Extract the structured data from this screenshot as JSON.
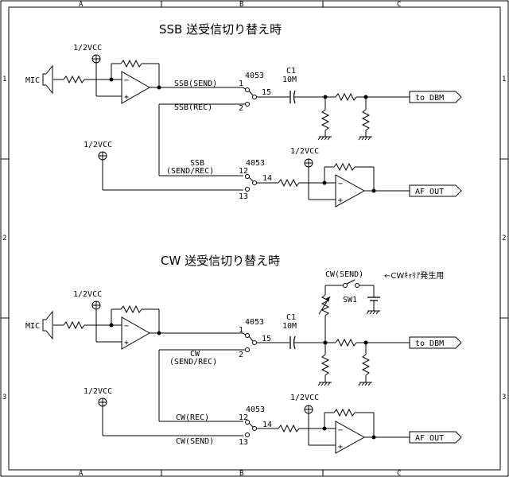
{
  "frame": {
    "col_labels": [
      "A",
      "B",
      "C"
    ],
    "row_labels": [
      "1",
      "2",
      "3"
    ]
  },
  "ssb": {
    "title": "SSB 送受信切り替え時",
    "mic_label": "MIC",
    "vcc_top": "1/2VCC",
    "ic_top": "4053",
    "send_label": "SSB(SEND)",
    "rec_label": "SSB(REC)",
    "pin1": "1",
    "pin2": "2",
    "pin15": "15",
    "c1": "C1",
    "c1_val": "10M",
    "dbm_out": "to DBM",
    "vcc_mid": "1/2VCC",
    "ssb_sw_line1": "SSB",
    "ssb_sw_line2": "(SEND/REC)",
    "ic_bottom": "4053",
    "pin12": "12",
    "pin13": "13",
    "pin14": "14",
    "vcc_amp": "1/2VCC",
    "af_out": "AF OUT"
  },
  "cw": {
    "title": "CW 送受信切り替え時",
    "mic_label": "MIC",
    "vcc_top": "1/2VCC",
    "ic_top": "4053",
    "pin1": "1",
    "pin2": "2",
    "pin15": "15",
    "cw_sw_line1": "CW",
    "cw_sw_line2": "(SEND/REC)",
    "c1": "C1",
    "c1_val": "10M",
    "dbm_out": "to DBM",
    "cw_send_sw": "CW(SEND)",
    "note": "←CWｷｬﾘｱ発生用",
    "sw1": "SW1",
    "vcc_mid": "1/2VCC",
    "ic_bottom": "4053",
    "rec_label": "CW(REC)",
    "send_label": "CW(SEND)",
    "pin12": "12",
    "pin13": "13",
    "pin14": "14",
    "vcc_amp": "1/2VCC",
    "af_out": "AF OUT"
  }
}
